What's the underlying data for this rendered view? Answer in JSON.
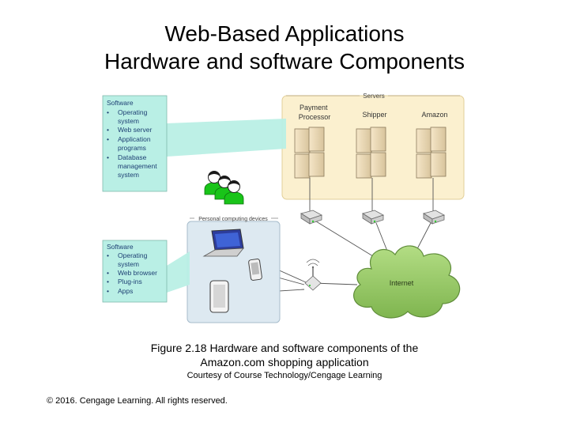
{
  "slide": {
    "title_line1": "Web-Based Applications",
    "title_line2": "Hardware and software Components",
    "caption_line1": "Figure 2.18 Hardware and software components of the",
    "caption_line2": "Amazon.com shopping application",
    "credit": "Courtesy of Course Technology/Cengage Learning",
    "copyright": "© 2016. Cengage Learning. All rights reserved."
  },
  "diagram": {
    "server_software": {
      "heading": "Software",
      "items": [
        [
          "Operating",
          "system"
        ],
        [
          "Web server"
        ],
        [
          "Application",
          "programs"
        ],
        [
          "Database",
          "management",
          "system"
        ]
      ]
    },
    "client_software": {
      "heading": "Software",
      "items": [
        [
          "Operating",
          "system"
        ],
        [
          "Web browser"
        ],
        [
          "Plug-ins"
        ],
        [
          "Apps"
        ]
      ]
    },
    "servers_label": "Servers",
    "server_groups": [
      [
        "Payment",
        "Processor"
      ],
      [
        "Shipper"
      ],
      [
        "Amazon"
      ]
    ],
    "devices_label": "Personal computing devices",
    "internet_label": "Internet",
    "colors": {
      "server_bg": "#fbf0cf",
      "devices_bg": "#dde9f1",
      "callout_bg": "#b9efe5",
      "cloud": "#9ccf6c",
      "users": "#19c419"
    }
  }
}
